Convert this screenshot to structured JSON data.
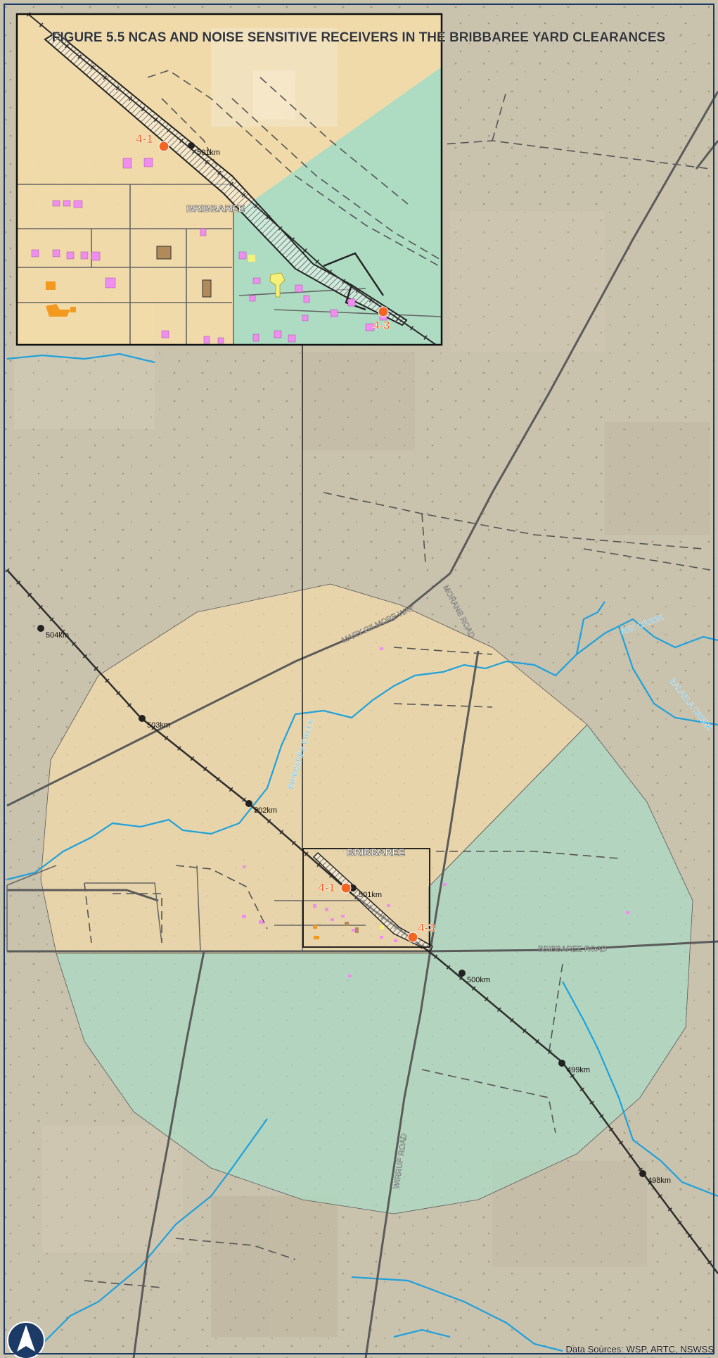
{
  "title": "FIGURE 5.5 NCAS AND NOISE SENSITIVE RECEIVERS IN THE BRIBBAREE YARD CLEARANCES",
  "source": "Data Sources: WSP, ARTC, NSWSS",
  "colors": {
    "nca_tan": "#f3dca8",
    "nca_green": "#a9dcc4",
    "creek": "#1fa2dc",
    "road": "#5b5b5b",
    "receiver_point": "#f26522",
    "receiver_label": "#f26522",
    "residential": "#f08ef0",
    "commercial": "#f39a1e",
    "community": "#b18a5a",
    "educational": "#f5f07a"
  },
  "roads": {
    "mary_gilmore": "MARY GILMORE WAY",
    "morans": "MORANS ROAD",
    "bribbaree": "BRIBBAREE ROAD",
    "wirrup": "WIRRUP ROAD"
  },
  "creeks": {
    "red": "RED CREEK",
    "bribbaree": "BRIBBAREE CREEK",
    "sandy": "BALABLA CREEK"
  },
  "town": "BRIBBAREE",
  "chainage": [
    "504km",
    "503km",
    "502km",
    "501km",
    "500km",
    "499km",
    "498km"
  ],
  "receivers": [
    {
      "id": "4-1"
    },
    {
      "id": "4-3"
    }
  ],
  "inset": {
    "town": "BRIBBAREE",
    "chainage": "501km",
    "receivers": [
      "4-1",
      "4-3"
    ]
  },
  "icons": {
    "north": "north-arrow-icon"
  }
}
